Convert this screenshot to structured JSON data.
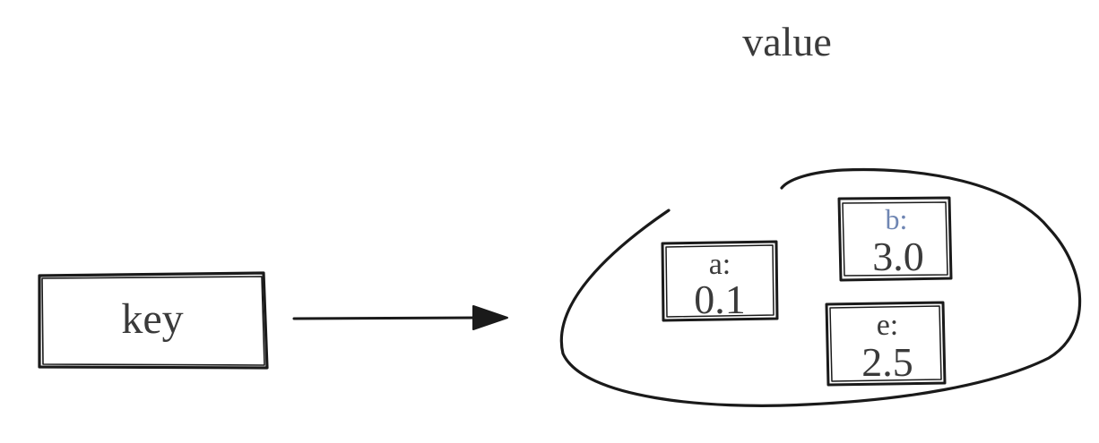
{
  "title": "value",
  "key_label": "key",
  "items": [
    {
      "key": "a:",
      "value": "0.1"
    },
    {
      "key": "b:",
      "value": "3.0"
    },
    {
      "key": "e:",
      "value": "2.5"
    }
  ],
  "colors": {
    "stroke": "#1a1a1a",
    "text": "#3a3a3a",
    "b_key_text": "#6f86b3"
  }
}
